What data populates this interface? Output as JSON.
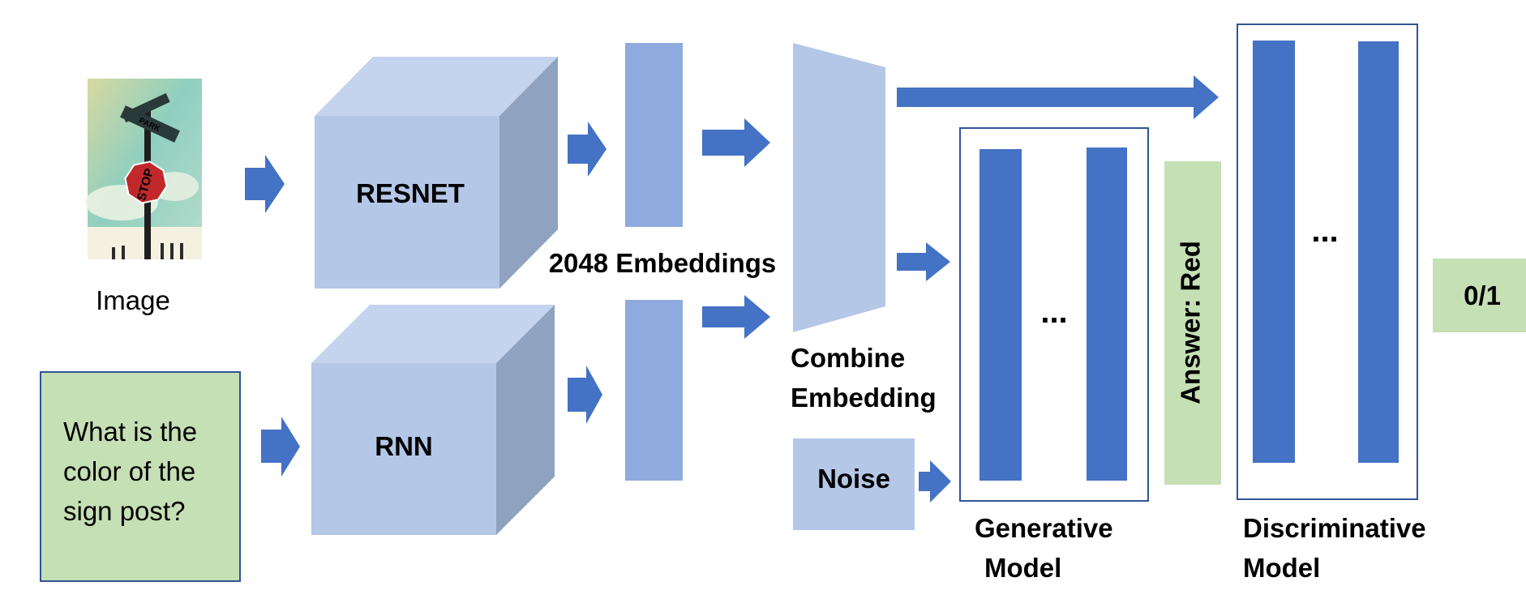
{
  "image_node": {
    "label": "Image",
    "sign_text": "STOP",
    "street_sign_text": "PARK"
  },
  "question": {
    "lines": [
      "What is the",
      "color of the",
      "sign post?"
    ]
  },
  "resnet": {
    "label": "RESNET"
  },
  "rnn": {
    "label": "RNN"
  },
  "embeddings": {
    "label": "2048 Embeddings"
  },
  "combine": {
    "line1": "Combine",
    "line2": "Embedding"
  },
  "noise": {
    "label": "Noise"
  },
  "generative": {
    "line1": "Generative",
    "line2": "Model",
    "ellipsis": "..."
  },
  "answer": {
    "label": "Answer: Red"
  },
  "discriminative": {
    "line1": "Discriminative",
    "line2": "Model",
    "ellipsis": "..."
  },
  "output": {
    "label": "0/1"
  },
  "colors": {
    "arrow": "#4472C4",
    "cube_front": "#B4C7E7",
    "cube_top": "#C5D4EE",
    "cube_side": "#8FA2C0",
    "embedding_bar": "#8FAADC",
    "layer_bar": "#4472C4",
    "green_box": "#C5E0B4",
    "frame": "#2F5597"
  }
}
